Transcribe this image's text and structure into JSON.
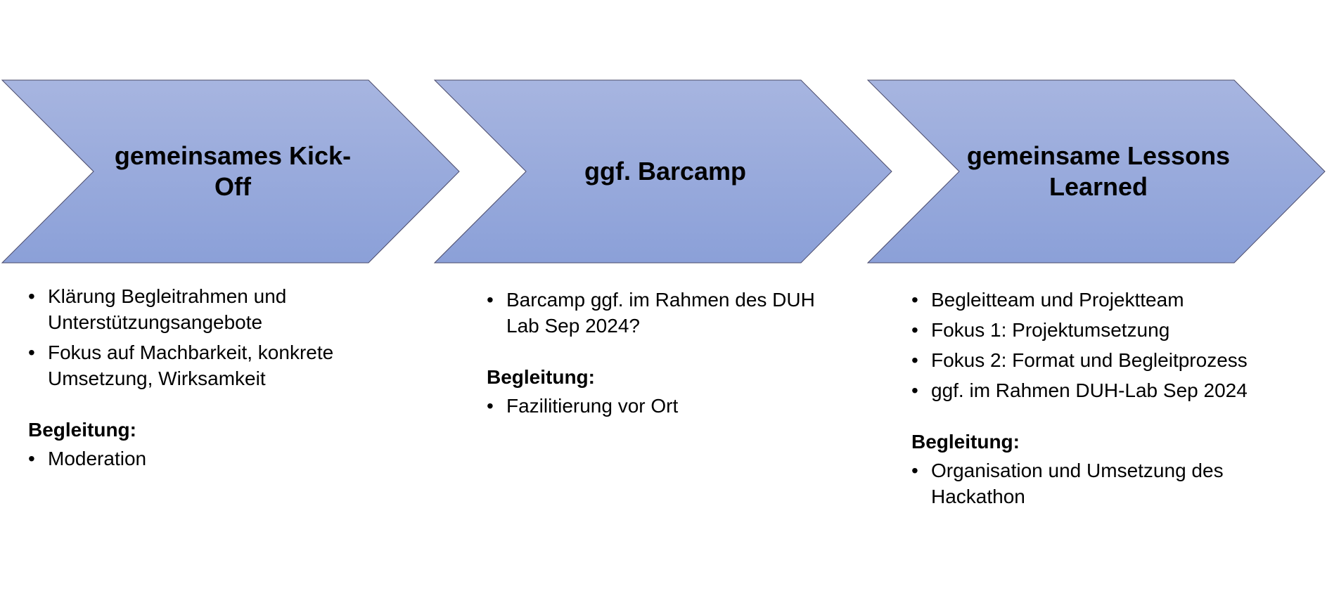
{
  "colors": {
    "chevron_top": "#a7b5e0",
    "chevron_bottom": "#8ba0d8",
    "chevron_stroke": "#4a4a6a",
    "text": "#000000"
  },
  "steps": [
    {
      "title": "gemeinsames Kick-Off",
      "title_lines": [
        "gemeinsames Kick-",
        "Off"
      ],
      "items": [
        "Klärung Begleitrahmen und Unterstützungsangebote",
        "Fokus auf Machbarkeit, konkrete Umsetzung, Wirksamkeit"
      ],
      "support_heading": "Begleitung:",
      "support_items": [
        "Moderation"
      ]
    },
    {
      "title": "ggf. Barcamp",
      "title_lines": [
        "ggf. Barcamp"
      ],
      "items": [
        "Barcamp ggf. im Rahmen des DUH Lab Sep 2024?"
      ],
      "support_heading": "Begleitung:",
      "support_items": [
        "Fazilitierung vor Ort"
      ]
    },
    {
      "title": "gemeinsame Lessons Learned",
      "title_lines": [
        "gemeinsame Lessons",
        "Learned"
      ],
      "items": [
        "Begleitteam und Projektteam",
        "Fokus 1: Projektumsetzung",
        "Fokus 2: Format und Begleitprozess",
        "ggf. im Rahmen DUH-Lab Sep 2024"
      ],
      "support_heading": "Begleitung:",
      "support_items": [
        "Organisation und Umsetzung des Hackathon"
      ]
    }
  ],
  "bullet_glyph": "•"
}
